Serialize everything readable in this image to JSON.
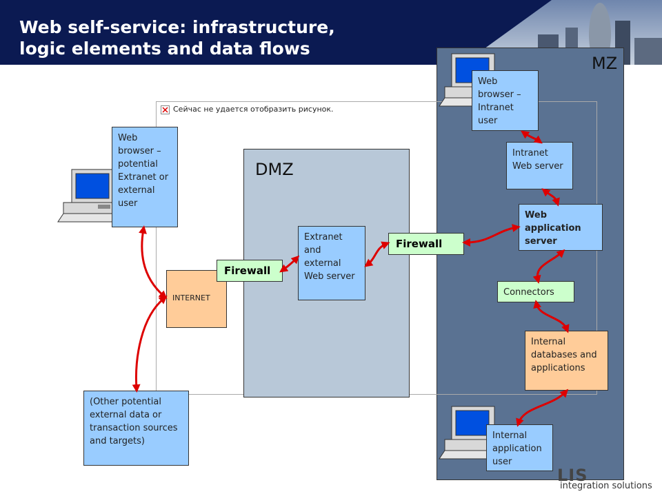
{
  "slide": {
    "title_line1": "Web self-service: infrastructure,",
    "title_line2": "logic elements and data flows"
  },
  "placeholder": {
    "text": "Сейчас не удается отобразить рисунок."
  },
  "zones": {
    "mz": "MZ",
    "dmz": "DMZ"
  },
  "nodes": {
    "web_browser_external": "Web browser – potential Extranet or external user",
    "internet": "INTERNET",
    "other_sources": "(Other potential external data or transaction sources and targets)",
    "firewall_left": "Firewall",
    "extranet_server": "Extranet and external Web server",
    "firewall_right": "Firewall",
    "web_browser_intranet": "Web browser – Intranet user",
    "intranet_server": "Intranet Web server",
    "web_app_server": "Web application server",
    "connectors": "Connectors",
    "internal_db": "Internal databases and applications",
    "internal_user": "Internal application user"
  },
  "logo": {
    "name": "LIS",
    "tagline": "integration solutions"
  },
  "colors": {
    "header": "#0b1a52",
    "mz_zone": "#5a7292",
    "dmz_zone": "#b8c8d8",
    "node_blue": "#99ccff",
    "node_peach": "#ffcc99",
    "node_green": "#ccffcc",
    "flow_arrow": "#dd0000"
  },
  "icons": [
    "computer-icon",
    "broken-image-icon",
    "skyline-photo"
  ]
}
